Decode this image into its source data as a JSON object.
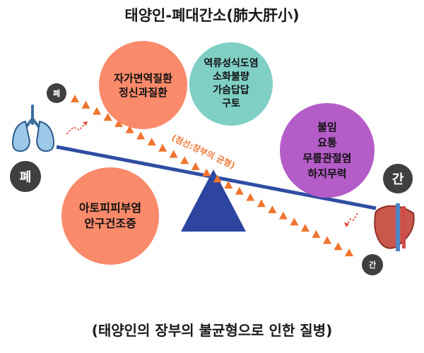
{
  "title": "태양인-폐대간소(肺大肝小)",
  "footer": "(태양인의 장부의 불균형으로 인한 질병)",
  "circles": {
    "orange_top": [
      "자가면역질환",
      "정신과질환"
    ],
    "teal": [
      "역류성식도염",
      "소화불량",
      "가슴답답",
      "구토"
    ],
    "purple": [
      "불임",
      "요통",
      "무릎관절염",
      "하지무력"
    ],
    "orange_bottom": [
      "아토피피부염",
      "안구건조증"
    ]
  },
  "badges": {
    "lung_small": "폐",
    "lung_big": "폐",
    "liver_big": "간",
    "liver_small": "간"
  },
  "dashed_label": "(점선:장부의 균형)",
  "icons": [
    "lung-icon",
    "liver-icon",
    "arrow-up-icon",
    "arrow-down-icon"
  ],
  "colors": {
    "beam": "#2F4EA3",
    "fulcrum": "#2E45A0",
    "triangles": "#F0742E",
    "orange": "#F98A6A",
    "teal": "#7FCFC5",
    "purple": "#B45CC7",
    "badge": "#3F3F3F"
  }
}
